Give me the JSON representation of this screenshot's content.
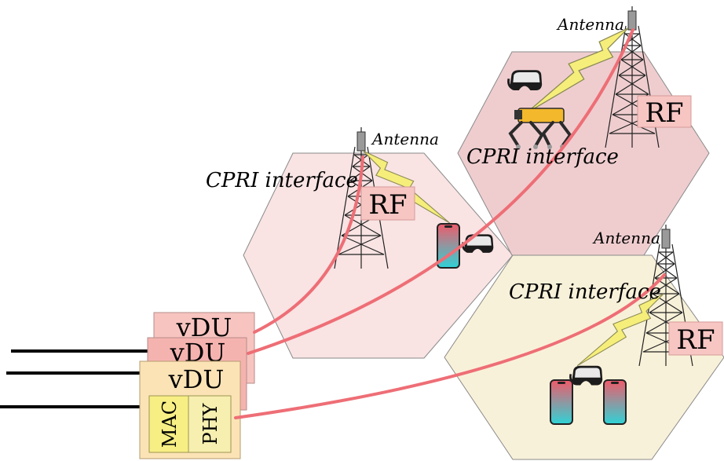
{
  "cells": {
    "left": {
      "fill": "#f9e3e3",
      "stroke": "#8a8a8a"
    },
    "top": {
      "fill": "#efcdcf",
      "stroke": "#8a8a8a"
    },
    "bottom": {
      "fill": "#f8f1d9",
      "stroke": "#8a8a8a"
    }
  },
  "labels": {
    "antenna_left": "Antenna",
    "antenna_top": "Antenna",
    "antenna_right": "Antenna",
    "cpri_left": "CPRI interface",
    "cpri_top": "CPRI interface",
    "cpri_bottom": "CPRI interface",
    "rf_left": "RF",
    "rf_top": "RF",
    "rf_right": "RF",
    "vdu_back": "vDU",
    "vdu_middle": "vDU",
    "vdu_front": "vDU",
    "mac": "MAC",
    "phy": "PHY"
  },
  "colors": {
    "fronthaul_link": "#ee6e76",
    "rf_box": "#f7c6c3",
    "lightning": "#f6ee7a",
    "vdu_back": "#f8c4c0",
    "vdu_middle": "#f5b3b0",
    "vdu_front": "#fbe3b6",
    "mac": "#f7ef84",
    "phy": "#f6efb0"
  },
  "icons": [
    "vr-headset-icon",
    "robot-dog-icon",
    "smartphone-icon",
    "lattice-tower-icon",
    "lightning-bolt-icon"
  ]
}
